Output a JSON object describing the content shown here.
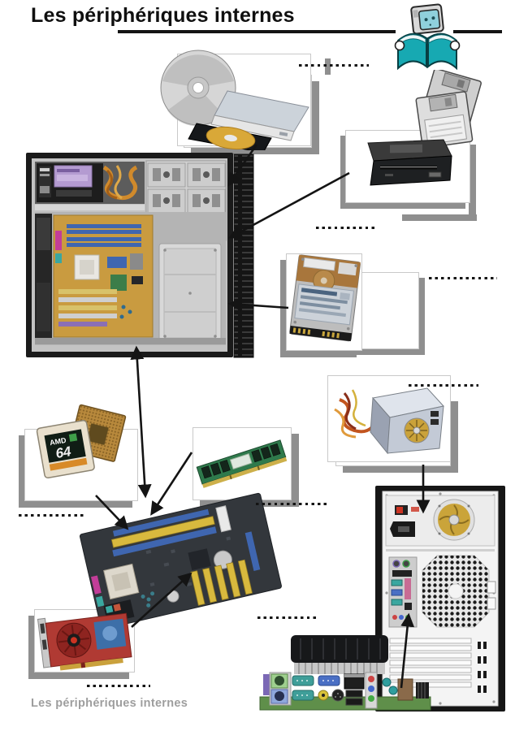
{
  "page": {
    "title": "Les périphériques internes",
    "footer": "Les périphériques internes"
  },
  "cpu_chip": {
    "brand": "AMD",
    "model": "64"
  },
  "label_blanks": [
    {
      "id": "optical-drive"
    },
    {
      "id": "floppy-drive"
    },
    {
      "id": "hard-disk"
    },
    {
      "id": "power-supply"
    },
    {
      "id": "cpu"
    },
    {
      "id": "ram"
    },
    {
      "id": "motherboard"
    },
    {
      "id": "graphics-card"
    }
  ],
  "images": [
    "optical-drive-photo",
    "floppy-disks-photo",
    "floppy-drive-photo",
    "open-case-photo",
    "hard-disk-photo",
    "power-supply-photo",
    "cpu-chips-photo",
    "ram-module-photo",
    "motherboard-photo",
    "graphics-card-photo",
    "rear-panel-photo",
    "io-ports-closeup-photo"
  ],
  "colors": {
    "accent_teal": "#17a9b2",
    "shadow_gray": "#8f8f8f",
    "arrow_black": "#141414",
    "mobo_gold": "#c99b40",
    "slot_yellow": "#d8b93e",
    "slot_blue": "#3f66b0",
    "gpu_red": "#b03a33",
    "psu_cable_orange": "#d08a2c"
  }
}
